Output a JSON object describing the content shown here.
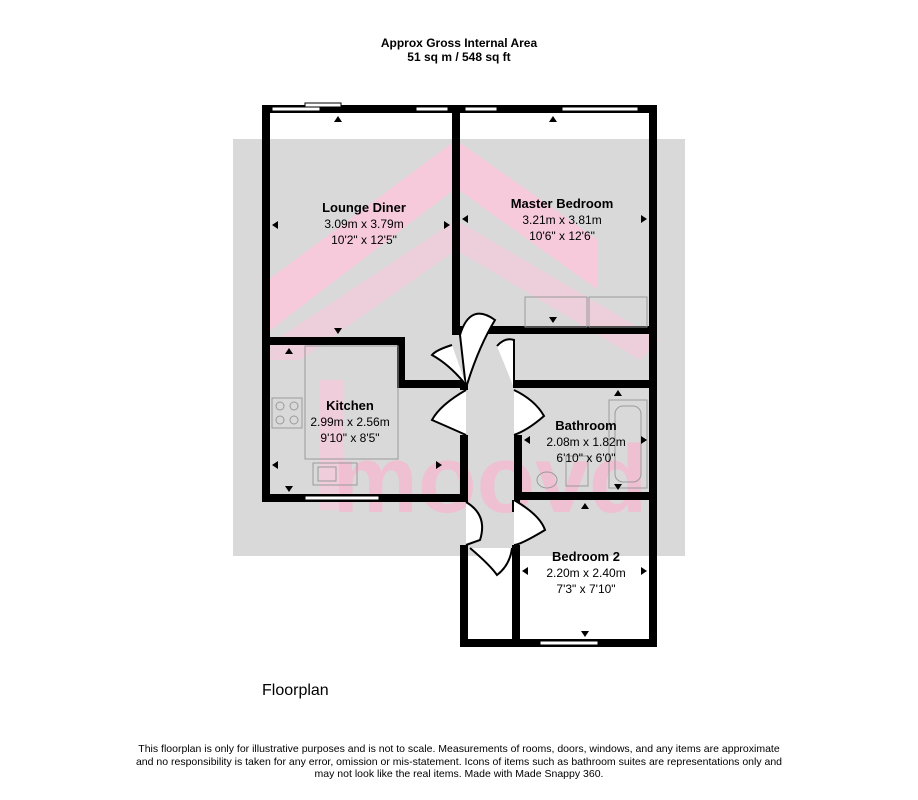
{
  "header": {
    "title": "Approx Gross Internal Area",
    "area": "51 sq m / 548 sq ft"
  },
  "watermark": {
    "text": "moovd",
    "colors": {
      "background": "#d9d9d9",
      "chevron": "#f8c8da",
      "text": "#f6b8cf"
    }
  },
  "rooms": [
    {
      "name": "Lounge Diner",
      "metric": "3.09m x 3.79m",
      "imperial": "10'2\" x 12'5\""
    },
    {
      "name": "Master Bedroom",
      "metric": "3.21m x 3.81m",
      "imperial": "10'6\" x 12'6\""
    },
    {
      "name": "Kitchen",
      "metric": "2.99m x 2.56m",
      "imperial": "9'10\" x 8'5\""
    },
    {
      "name": "Bathroom",
      "metric": "2.08m x 1.82m",
      "imperial": "6'10\" x 6'0\""
    },
    {
      "name": "Bedroom 2",
      "metric": "2.20m x 2.40m",
      "imperial": "7'3\" x 7'10\""
    }
  ],
  "floor_title": "Floorplan",
  "disclaimer": [
    "This floorplan is only for illustrative purposes and is not to scale. Measurements of rooms, doors, windows, and any items are approximate",
    "and no responsibility is taken for any error, omission or mis-statement. Icons of items such as bathroom suites are representations only and",
    "may not look like the real items. Made with Made Snappy 360."
  ],
  "colors": {
    "wall": "#000000",
    "fixture": "#9a9a9a"
  }
}
